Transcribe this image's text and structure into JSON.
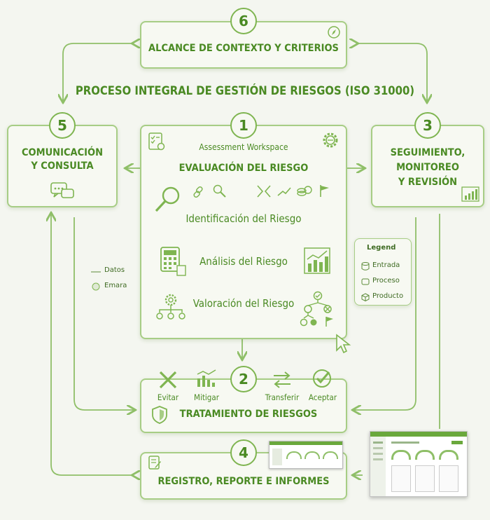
{
  "main_title": "PROCESO INTEGRAL DE GESTIÓN DE RIESGOS (ISO 31000)",
  "steps": {
    "s1": {
      "num": "1",
      "caption": "Assessment Workspace",
      "title": "EVALUACIÓN DEL RIESGO",
      "sub1": "Identificación del Riesgo",
      "sub2": "Análisis del Riesgo",
      "sub3": "Valoración del Riesgo"
    },
    "s2": {
      "num": "2",
      "title": "TRATAMIENTO DE RIESGOS",
      "options": [
        "Evitar",
        "Mitigar",
        "Transferir",
        "Aceptar"
      ]
    },
    "s3": {
      "num": "3",
      "title_l1": "SEGUIMIENTO,",
      "title_l2": "MONITOREO",
      "title_l3": "Y REVISIÓN"
    },
    "s4": {
      "num": "4",
      "title": "REGISTRO, REPORTE E INFORMES"
    },
    "s5": {
      "num": "5",
      "title_l1": "COMUNICACIÓN",
      "title_l2": "Y CONSULTA"
    },
    "s6": {
      "num": "6",
      "title": "ALCANCE DE CONTEXTO Y CRITERIOS"
    }
  },
  "legend": {
    "title": "Legend",
    "items": [
      "Entrada",
      "Proceso",
      "Producto"
    ]
  },
  "side_legend": {
    "items": [
      "Datos",
      "Emara"
    ]
  },
  "colors": {
    "primary": "#4a8a23",
    "border": "#a7cd85",
    "line": "#8fbf68",
    "background": "#f4f6f0"
  }
}
